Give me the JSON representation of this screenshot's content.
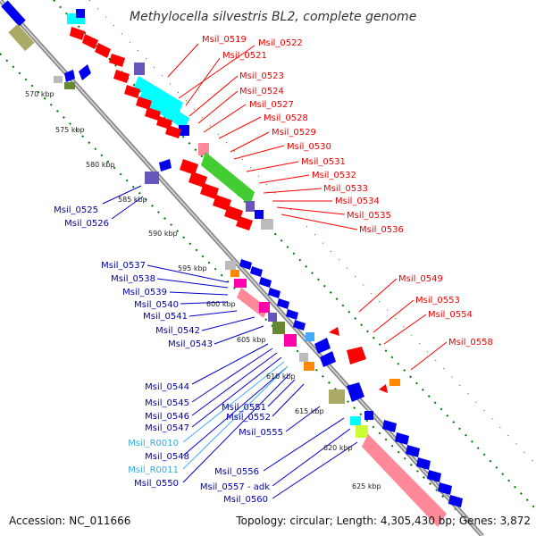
{
  "title": "Methylocella silvestris BL2, complete genome",
  "accession": "Accession: NC_011666",
  "topology": "Topology: circular; Length: 4,305,430 bp; Genes: 3,872",
  "colors": {
    "red": "#ff0000",
    "blue": "#0000ee",
    "cyan": "#00ffff",
    "green": "#44cc33",
    "pink": "#ff8899",
    "magenta": "#ff00aa",
    "olive": "#aaaa66",
    "purple": "#6655bb",
    "orange": "#ff8800",
    "gray": "#bbbbbb",
    "yellow": "#ccff33",
    "rna": "#44aaff",
    "backbone": "#888888",
    "dots": "#007700"
  },
  "kbp_ticks": [
    "570 kbp",
    "575 kbp",
    "580 kbp",
    "585 kbp",
    "590 kbp",
    "595 kbp",
    "600 kbp",
    "605 kbp",
    "610 kbp",
    "615 kbp",
    "620 kbp",
    "625 kbp"
  ],
  "labels_right": [
    "Msil_0519",
    "Msil_0522",
    "Msil_0521",
    "Msil_0523",
    "Msil_0524",
    "Msil_0527",
    "Msil_0528",
    "Msil_0529",
    "Msil_0530",
    "Msil_0531",
    "Msil_0532",
    "Msil_0533",
    "Msil_0534",
    "Msil_0535",
    "Msil_0536"
  ],
  "labels_far_right": [
    "Msil_0549",
    "Msil_0553",
    "Msil_0554",
    "Msil_0558"
  ],
  "labels_left_top": [
    "Msil_0525",
    "Msil_0526"
  ],
  "labels_left": [
    "Msil_0537",
    "Msil_0538",
    "Msil_0539",
    "Msil_0540",
    "Msil_0541",
    "Msil_0542",
    "Msil_0543",
    "Msil_0544",
    "Msil_0545",
    "Msil_0546",
    "Msil_0547"
  ],
  "labels_mid": [
    "Msil_0551",
    "Msil_0552",
    "Msil_0555"
  ],
  "labels_bottom": [
    "Msil_R0010",
    "Msil_0548",
    "Msil_R0011",
    "Msil_0550"
  ],
  "labels_bottom_right": [
    "Msil_0556",
    "Msil_0557 - adk",
    "Msil_0560"
  ]
}
